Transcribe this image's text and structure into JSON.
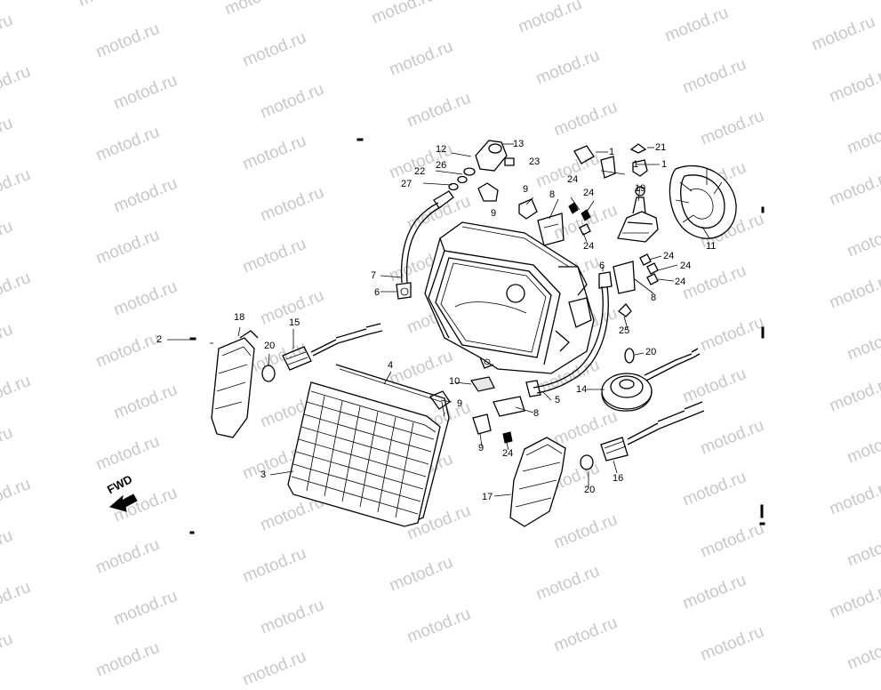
{
  "watermark": "motod.ru",
  "fwd_label": "FWD",
  "callouts": [
    {
      "id": "c-12",
      "text": "12"
    },
    {
      "id": "c-13",
      "text": "13"
    },
    {
      "id": "c-26",
      "text": "26"
    },
    {
      "id": "c-22",
      "text": "22"
    },
    {
      "id": "c-27",
      "text": "27"
    },
    {
      "id": "c-23",
      "text": "23"
    },
    {
      "id": "c-1a",
      "text": "1"
    },
    {
      "id": "c-21",
      "text": "21"
    },
    {
      "id": "c-1b",
      "text": "1"
    },
    {
      "id": "c-24a",
      "text": "24"
    },
    {
      "id": "c-1c",
      "text": "1"
    },
    {
      "id": "c-9a",
      "text": "9"
    },
    {
      "id": "c-9b",
      "text": "9"
    },
    {
      "id": "c-8a",
      "text": "8"
    },
    {
      "id": "c-24b",
      "text": "24"
    },
    {
      "id": "c-19",
      "text": "19"
    },
    {
      "id": "c-24c",
      "text": "24"
    },
    {
      "id": "c-11",
      "text": "11"
    },
    {
      "id": "c-24d",
      "text": "24"
    },
    {
      "id": "c-24e",
      "text": "24"
    },
    {
      "id": "c-24f",
      "text": "24"
    },
    {
      "id": "c-7",
      "text": "7"
    },
    {
      "id": "c-6a",
      "text": "6"
    },
    {
      "id": "c-6b",
      "text": "6"
    },
    {
      "id": "c-8b",
      "text": "8"
    },
    {
      "id": "c-25",
      "text": "25"
    },
    {
      "id": "c-18",
      "text": "18"
    },
    {
      "id": "c-15",
      "text": "15"
    },
    {
      "id": "c-2",
      "text": "2"
    },
    {
      "id": "c-20a",
      "text": "20"
    },
    {
      "id": "c-4",
      "text": "4"
    },
    {
      "id": "c-20b",
      "text": "20"
    },
    {
      "id": "c-10",
      "text": "10"
    },
    {
      "id": "c-9c",
      "text": "9"
    },
    {
      "id": "c-5",
      "text": "5"
    },
    {
      "id": "c-14",
      "text": "14"
    },
    {
      "id": "c-8c",
      "text": "8"
    },
    {
      "id": "c-9d",
      "text": "9"
    },
    {
      "id": "c-24g",
      "text": "24"
    },
    {
      "id": "c-3",
      "text": "3"
    },
    {
      "id": "c-17",
      "text": "17"
    },
    {
      "id": "c-20c",
      "text": "20"
    },
    {
      "id": "c-16",
      "text": "16"
    }
  ]
}
